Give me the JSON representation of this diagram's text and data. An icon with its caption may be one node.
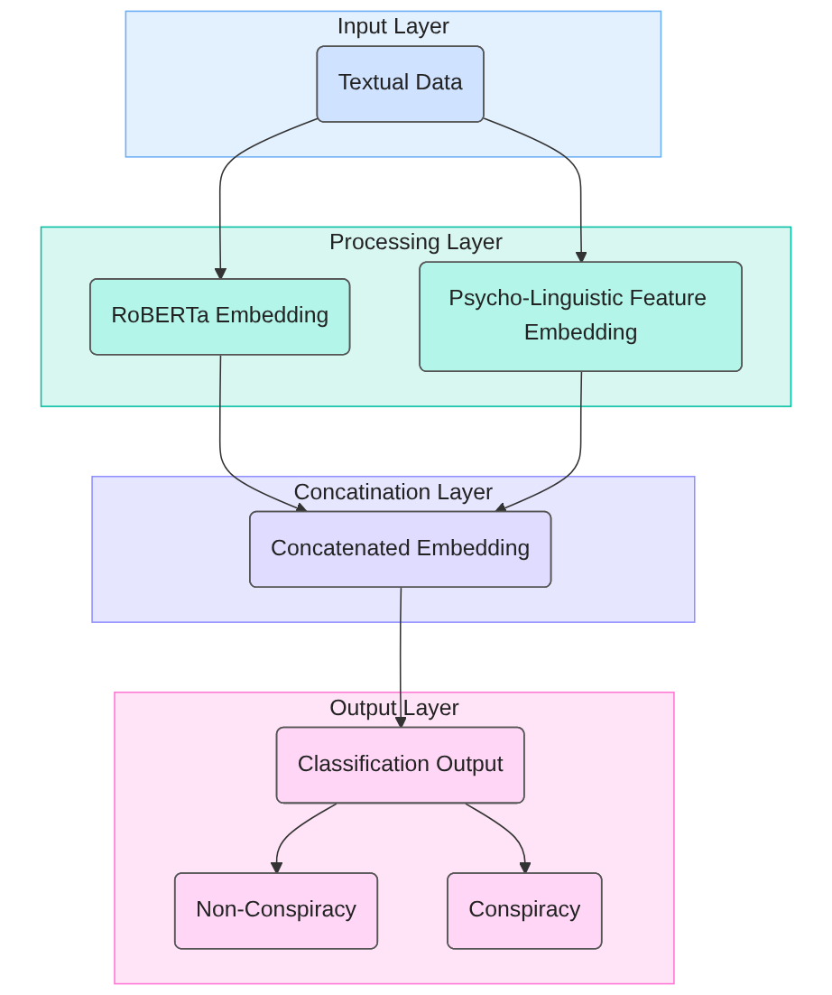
{
  "diagram": {
    "nodes": [
      {
        "text": [
          "Input Layer"
        ]
      },
      {
        "text": [
          "Textual Data"
        ],
        "in": 0
      },
      {
        "text": [
          "Processing Layer"
        ]
      },
      {
        "text": [
          "RoBERTa Embedding"
        ],
        "in": 2
      },
      {
        "text": [
          "Psycho-Linguistic Feature Embedding"
        ],
        "in": 2
      },
      {
        "text": [
          "Concatination Layer"
        ]
      },
      {
        "text": [
          "Concatenated Embedding"
        ],
        "in": 5
      },
      {
        "text": [
          "Output Layer"
        ]
      },
      {
        "text": [
          "Classification Output"
        ],
        "in": 7
      },
      {
        "text": [
          "Non-Conspiracy"
        ],
        "in": 7
      },
      {
        "text": [
          "Conspiracy"
        ],
        "in": 7
      }
    ],
    "edges": [
      {
        "from": 1,
        "to": 3,
        "arrow": "to"
      },
      {
        "from": 1,
        "to": 4,
        "arrow": "to"
      },
      {
        "from": 3,
        "to": 6,
        "arrow": "to"
      },
      {
        "from": 4,
        "to": 6,
        "arrow": "to"
      },
      {
        "from": 6,
        "to": 8,
        "arrow": "to"
      },
      {
        "from": 8,
        "to": 9,
        "arrow": "to"
      },
      {
        "from": 8,
        "to": 10,
        "arrow": "to"
      }
    ]
  }
}
